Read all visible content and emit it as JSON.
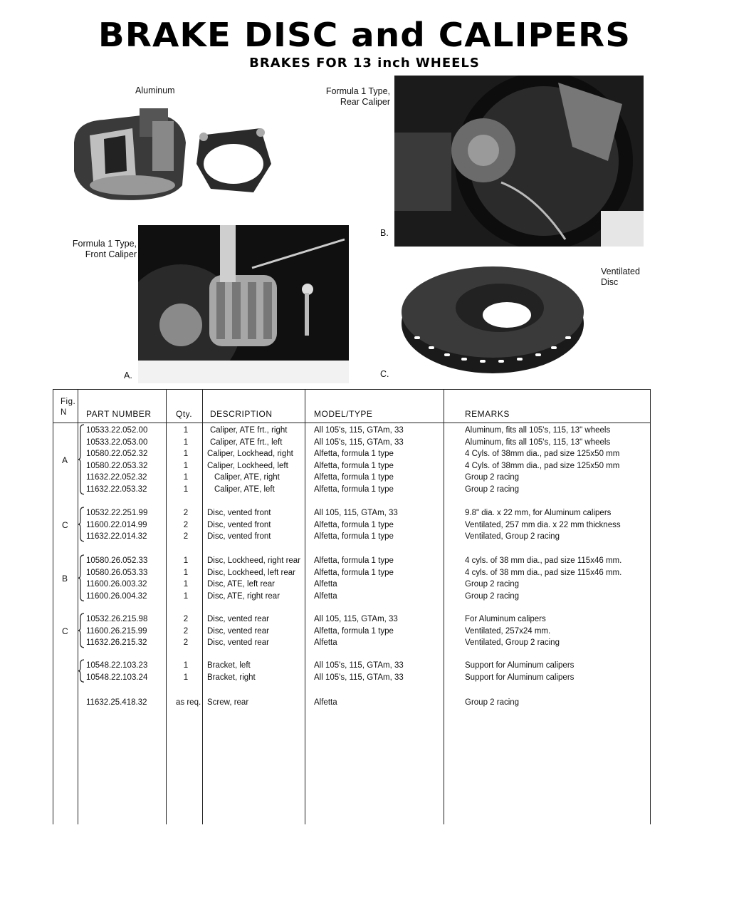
{
  "page": {
    "title": "BRAKE DISC and CALIPERS",
    "subtitle": "BRAKES FOR 13 inch WHEELS"
  },
  "captions": {
    "aluminum": "Aluminum",
    "rear_caliper": "Formula 1 Type,\nRear Caliper",
    "front_caliper": "Formula 1 Type,\nFront Caliper",
    "ventilated": "Ventilated\nDisc",
    "label_a": "A.",
    "label_b": "B.",
    "label_c": "C."
  },
  "table": {
    "headers": {
      "fig": "Fig.\nN",
      "part": "PART NUMBER",
      "qty": "Qty.",
      "desc": "DESCRIPTION",
      "model": "MODEL/TYPE",
      "remarks": "REMARKS"
    },
    "groups": [
      {
        "fig": "A",
        "rows": [
          {
            "part": "10533.22.052.00",
            "qty": "1",
            "desc": "Caliper, ATE frt., right",
            "model": "All 105's, 115, GTAm, 33",
            "remarks": "Aluminum, fits all 105's, 115, 13\" wheels"
          },
          {
            "part": "10533.22.053.00",
            "qty": "1",
            "desc": "Caliper, ATE frt., left",
            "model": "All 105's, 115, GTAm, 33",
            "remarks": "Aluminum, fits all 105's, 115, 13\" wheels"
          },
          {
            "part": "10580.22.052.32",
            "qty": "1",
            "desc": "Caliper, Lockhead, right",
            "model": "Alfetta, formula 1 type",
            "remarks": "4 Cyls. of 38mm dia., pad size 125x50 mm"
          },
          {
            "part": "10580.22.053.32",
            "qty": "1",
            "desc": "Caliper, Lockheed, left",
            "model": "Alfetta, formula 1 type",
            "remarks": "4 Cyls. of 38mm dia., pad size 125x50 mm"
          },
          {
            "part": "11632.22.052.32",
            "qty": "1",
            "desc": "Caliper, ATE, right",
            "model": "Alfetta, formula 1 type",
            "remarks": "Group 2 racing"
          },
          {
            "part": "11632.22.053.32",
            "qty": "1",
            "desc": "Caliper, ATE, left",
            "model": "Alfetta, formula 1 type",
            "remarks": "Group 2 racing"
          }
        ]
      },
      {
        "fig": "C",
        "rows": [
          {
            "part": "10532.22.251.99",
            "qty": "2",
            "desc": "Disc, vented front",
            "model": "All 105, 115, GTAm, 33",
            "remarks": "9.8\" dia. x 22 mm, for Aluminum calipers"
          },
          {
            "part": "11600.22.014.99",
            "qty": "2",
            "desc": "Disc, vented front",
            "model": "Alfetta, formula 1 type",
            "remarks": "Ventilated, 257 mm dia. x 22 mm thickness"
          },
          {
            "part": "11632.22.014.32",
            "qty": "2",
            "desc": "Disc, vented front",
            "model": "Alfetta, formula 1 type",
            "remarks": "Ventilated, Group 2 racing"
          }
        ]
      },
      {
        "fig": "B",
        "rows": [
          {
            "part": "10580.26.052.33",
            "qty": "1",
            "desc": "Disc, Lockheed, right rear",
            "model": "Alfetta, formula 1 type",
            "remarks": "4 cyls. of 38 mm dia., pad size 115x46 mm."
          },
          {
            "part": "10580.26.053.33",
            "qty": "1",
            "desc": "Disc, Lockheed, left rear",
            "model": "Alfetta, formula 1 type",
            "remarks": "4 cyls. of 38 mm dia., pad size 115x46 mm."
          },
          {
            "part": "11600.26.003.32",
            "qty": "1",
            "desc": "Disc, ATE, left rear",
            "model": "Alfetta",
            "remarks": "Group 2 racing"
          },
          {
            "part": "11600.26.004.32",
            "qty": "1",
            "desc": "Disc, ATE, right rear",
            "model": "Alfetta",
            "remarks": "Group 2 racing"
          }
        ]
      },
      {
        "fig": "C",
        "rows": [
          {
            "part": "10532.26.215.98",
            "qty": "2",
            "desc": "Disc, vented rear",
            "model": "All 105, 115, GTAm, 33",
            "remarks": "For Aluminum calipers"
          },
          {
            "part": "11600.26.215.99",
            "qty": "2",
            "desc": "Disc, vented rear",
            "model": "Alfetta, formula 1 type",
            "remarks": "Ventilated, 257x24 mm."
          },
          {
            "part": "11632.26.215.32",
            "qty": "2",
            "desc": "Disc, vented rear",
            "model": "Alfetta",
            "remarks": "Ventilated, Group 2 racing"
          }
        ]
      },
      {
        "fig": "",
        "rows": [
          {
            "part": "10548.22.103.23",
            "qty": "1",
            "desc": "Bracket, left",
            "model": "All 105's, 115, GTAm, 33",
            "remarks": "Support for Aluminum calipers"
          },
          {
            "part": "10548.22.103.24",
            "qty": "1",
            "desc": "Bracket, right",
            "model": "All 105's, 115, GTAm, 33",
            "remarks": "Support for Aluminum calipers"
          }
        ]
      },
      {
        "fig": "",
        "rows": [
          {
            "part": "11632.25.418.32",
            "qty": "as req.",
            "desc": "Screw, rear",
            "model": "Alfetta",
            "remarks": "Group 2 racing"
          }
        ]
      }
    ]
  }
}
